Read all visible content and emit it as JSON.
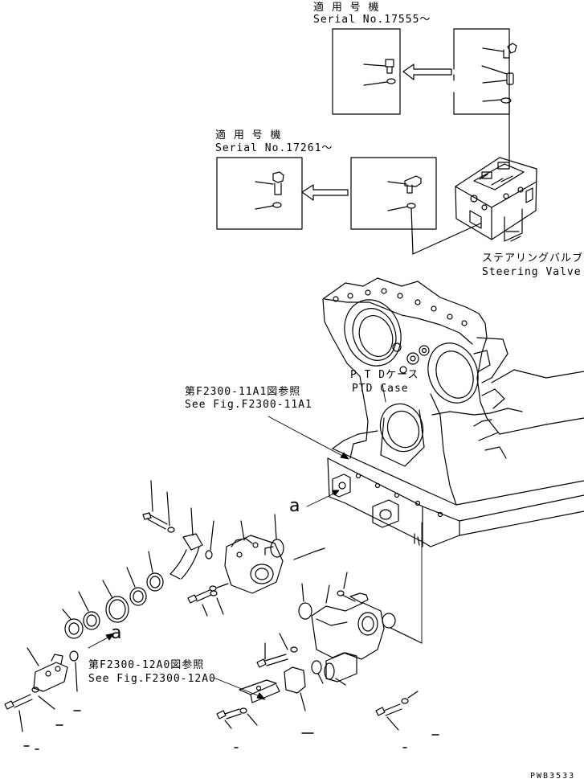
{
  "labels": {
    "serial_top_jp": "適 用 号 機",
    "serial_top_en": "Serial No.17555～",
    "serial_mid_jp": "適 用 号 機",
    "serial_mid_en": "Serial No.17261～",
    "steering_jp": "ステアリングバルブ",
    "steering_en": "Steering Valve",
    "ptd_jp": "P T Dケース",
    "ptd_en": "PTD Case",
    "fig11_jp": "第F2300-11A1図参照",
    "fig11_en": "See Fig.F2300-11A1",
    "fig12_jp": "第F2300-12A0図参照",
    "fig12_en": "See Fig.F2300-12A0",
    "view_a_1": "a",
    "view_a_2": "a",
    "code": "PWB3533"
  }
}
